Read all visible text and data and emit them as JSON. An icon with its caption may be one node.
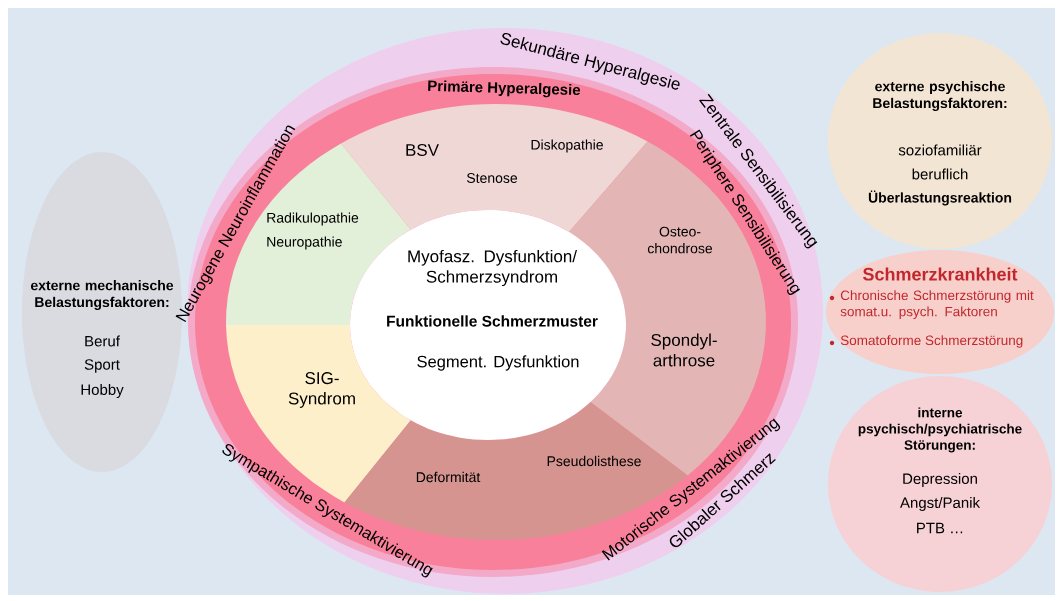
{
  "diagram": {
    "nodes": [
      {
        "text": [
          "externe mechanische Belastungsfaktoren:",
          "Beruf",
          "Sport",
          "Hobby"
        ]
      },
      {
        "text": [
          "Sekundäre Hyperalgesie",
          "Zentrale Sensibilisierung",
          "Globaler Schmerz"
        ]
      },
      {
        "text": [
          "Primäre Hyperalgesie",
          "Periphere Sensibilisierung",
          "Motorische Systemaktivierung",
          "Sympathische Systemaktivierung",
          "Neurogene Neuroinflammation"
        ],
        "in": 1
      },
      {
        "text": [
          "BSV",
          "Diskopathie",
          "Stenose"
        ],
        "in": 2
      },
      {
        "text": [
          "Radikulopathie",
          "Neuropathie"
        ],
        "in": 2
      },
      {
        "text": [
          "Osteo- chondrose",
          "Spondyl- arthrose"
        ],
        "in": 2
      },
      {
        "text": [
          "SIG- Syndrom"
        ],
        "in": 2
      },
      {
        "text": [
          "Deformität",
          "Pseudolisthese"
        ],
        "in": 2
      },
      {
        "text": [
          "Myofasz. Dysfunktion/ Schmerzsyndrom",
          "Funktionelle Schmerzmuster",
          "Segment. Dysfunktion"
        ],
        "in": 2
      },
      {
        "text": [
          "externe psychische Belastungsfaktoren:",
          "soziofamiliär",
          "beruflich",
          "Überlastungsreaktion"
        ]
      },
      {
        "text": [
          "Schmerzkrankheit",
          "Chronische Schmerzstörung mit somat.u. psych. Faktoren",
          "Somatoforme Schmerzstörung"
        ]
      },
      {
        "text": [
          "interne psychisch/psychiatrische Störungen:",
          "Depression",
          "Angst/Panik",
          "PTB …"
        ]
      }
    ]
  }
}
